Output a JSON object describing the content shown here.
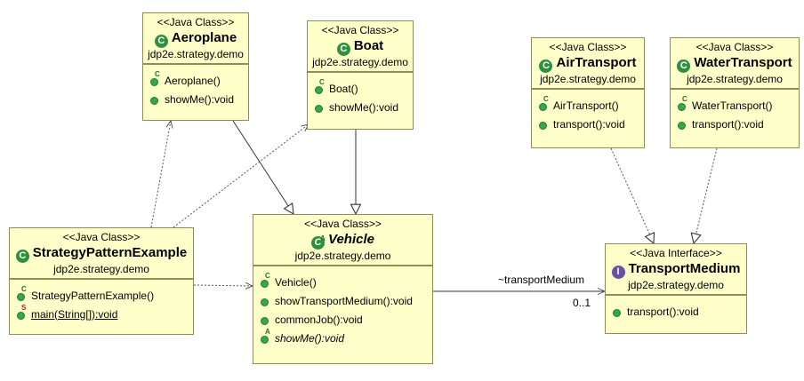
{
  "classes": {
    "aeroplane": {
      "stereotype": "<<Java Class>>",
      "name": "Aeroplane",
      "package": "jdp2e.strategy.demo",
      "icon": "class-icon",
      "operations": [
        {
          "label": "Aeroplane()",
          "icon": "constructor-icon"
        },
        {
          "label": "showMe():void",
          "icon": "public-method-icon"
        }
      ]
    },
    "boat": {
      "stereotype": "<<Java Class>>",
      "name": "Boat",
      "package": "jdp2e.strategy.demo",
      "icon": "class-icon",
      "operations": [
        {
          "label": "Boat()",
          "icon": "constructor-icon"
        },
        {
          "label": "showMe():void",
          "icon": "public-method-icon"
        }
      ]
    },
    "air_transport": {
      "stereotype": "<<Java Class>>",
      "name": "AirTransport",
      "package": "jdp2e.strategy.demo",
      "icon": "class-icon",
      "operations": [
        {
          "label": "AirTransport()",
          "icon": "constructor-icon"
        },
        {
          "label": "transport():void",
          "icon": "public-method-icon"
        }
      ]
    },
    "water_transport": {
      "stereotype": "<<Java Class>>",
      "name": "WaterTransport",
      "package": "jdp2e.strategy.demo",
      "icon": "class-icon",
      "operations": [
        {
          "label": "WaterTransport()",
          "icon": "constructor-icon"
        },
        {
          "label": "transport():void",
          "icon": "public-method-icon"
        }
      ]
    },
    "strategy_pattern_example": {
      "stereotype": "<<Java Class>>",
      "name": "StrategyPatternExample",
      "package": "jdp2e.strategy.demo",
      "icon": "class-icon",
      "operations": [
        {
          "label": "StrategyPatternExample()",
          "icon": "constructor-icon"
        },
        {
          "label": "main(String[]):void",
          "icon": "static-method-icon"
        }
      ]
    },
    "vehicle": {
      "stereotype": "<<Java Class>>",
      "name": "Vehicle",
      "package": "jdp2e.strategy.demo",
      "icon": "abstract-class-icon",
      "operations": [
        {
          "label": "Vehicle()",
          "icon": "constructor-icon"
        },
        {
          "label": "showTransportMedium():void",
          "icon": "public-method-icon"
        },
        {
          "label": "commonJob():void",
          "icon": "public-method-icon"
        },
        {
          "label": "showMe():void",
          "icon": "abstract-method-icon"
        }
      ]
    },
    "transport_medium": {
      "stereotype": "<<Java Interface>>",
      "name": "TransportMedium",
      "package": "jdp2e.strategy.demo",
      "icon": "interface-icon",
      "operations": [
        {
          "label": "transport():void",
          "icon": "public-method-icon"
        }
      ]
    }
  },
  "association": {
    "role": "~transportMedium",
    "multiplicity": "0..1"
  },
  "colors": {
    "box_fill": "#ffffca",
    "box_border": "#8f8d5a",
    "class_icon": "#2f8f3d",
    "interface_icon": "#6a4ea8",
    "method_icon": "#3aa64a"
  }
}
